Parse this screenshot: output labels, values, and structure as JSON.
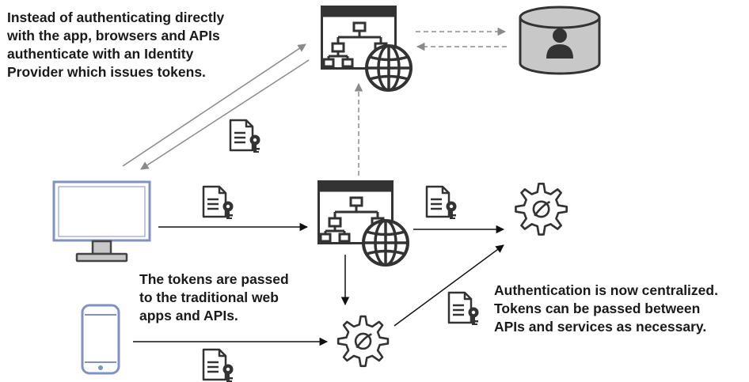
{
  "captions": {
    "top_left": [
      "Instead of authenticating directly",
      "with the app, browsers and APIs",
      "authenticate with an Identity",
      "Provider which issues tokens."
    ],
    "middle": [
      "The tokens are passed",
      "to the traditional web",
      "apps and APIs."
    ],
    "right": [
      "Authentication is now centralized.",
      "Tokens can be passed between",
      "APIs and services as necessary."
    ]
  },
  "icons": {
    "identity_provider": "web-app-sitemap-globe-icon",
    "user_store": "user-database-icon",
    "web_app": "web-app-sitemap-globe-icon",
    "desktop": "desktop-monitor-icon",
    "mobile": "smartphone-icon",
    "token": "document-key-token-icon",
    "service": "gears-icon"
  },
  "colors": {
    "text": "#1a1a1a",
    "window_header": "#333333",
    "monitor_frame": "#7f92c1",
    "grey_fill": "#c8c8c8",
    "arrow_grey": "#8a8a8a",
    "arrow_black": "#111111"
  }
}
